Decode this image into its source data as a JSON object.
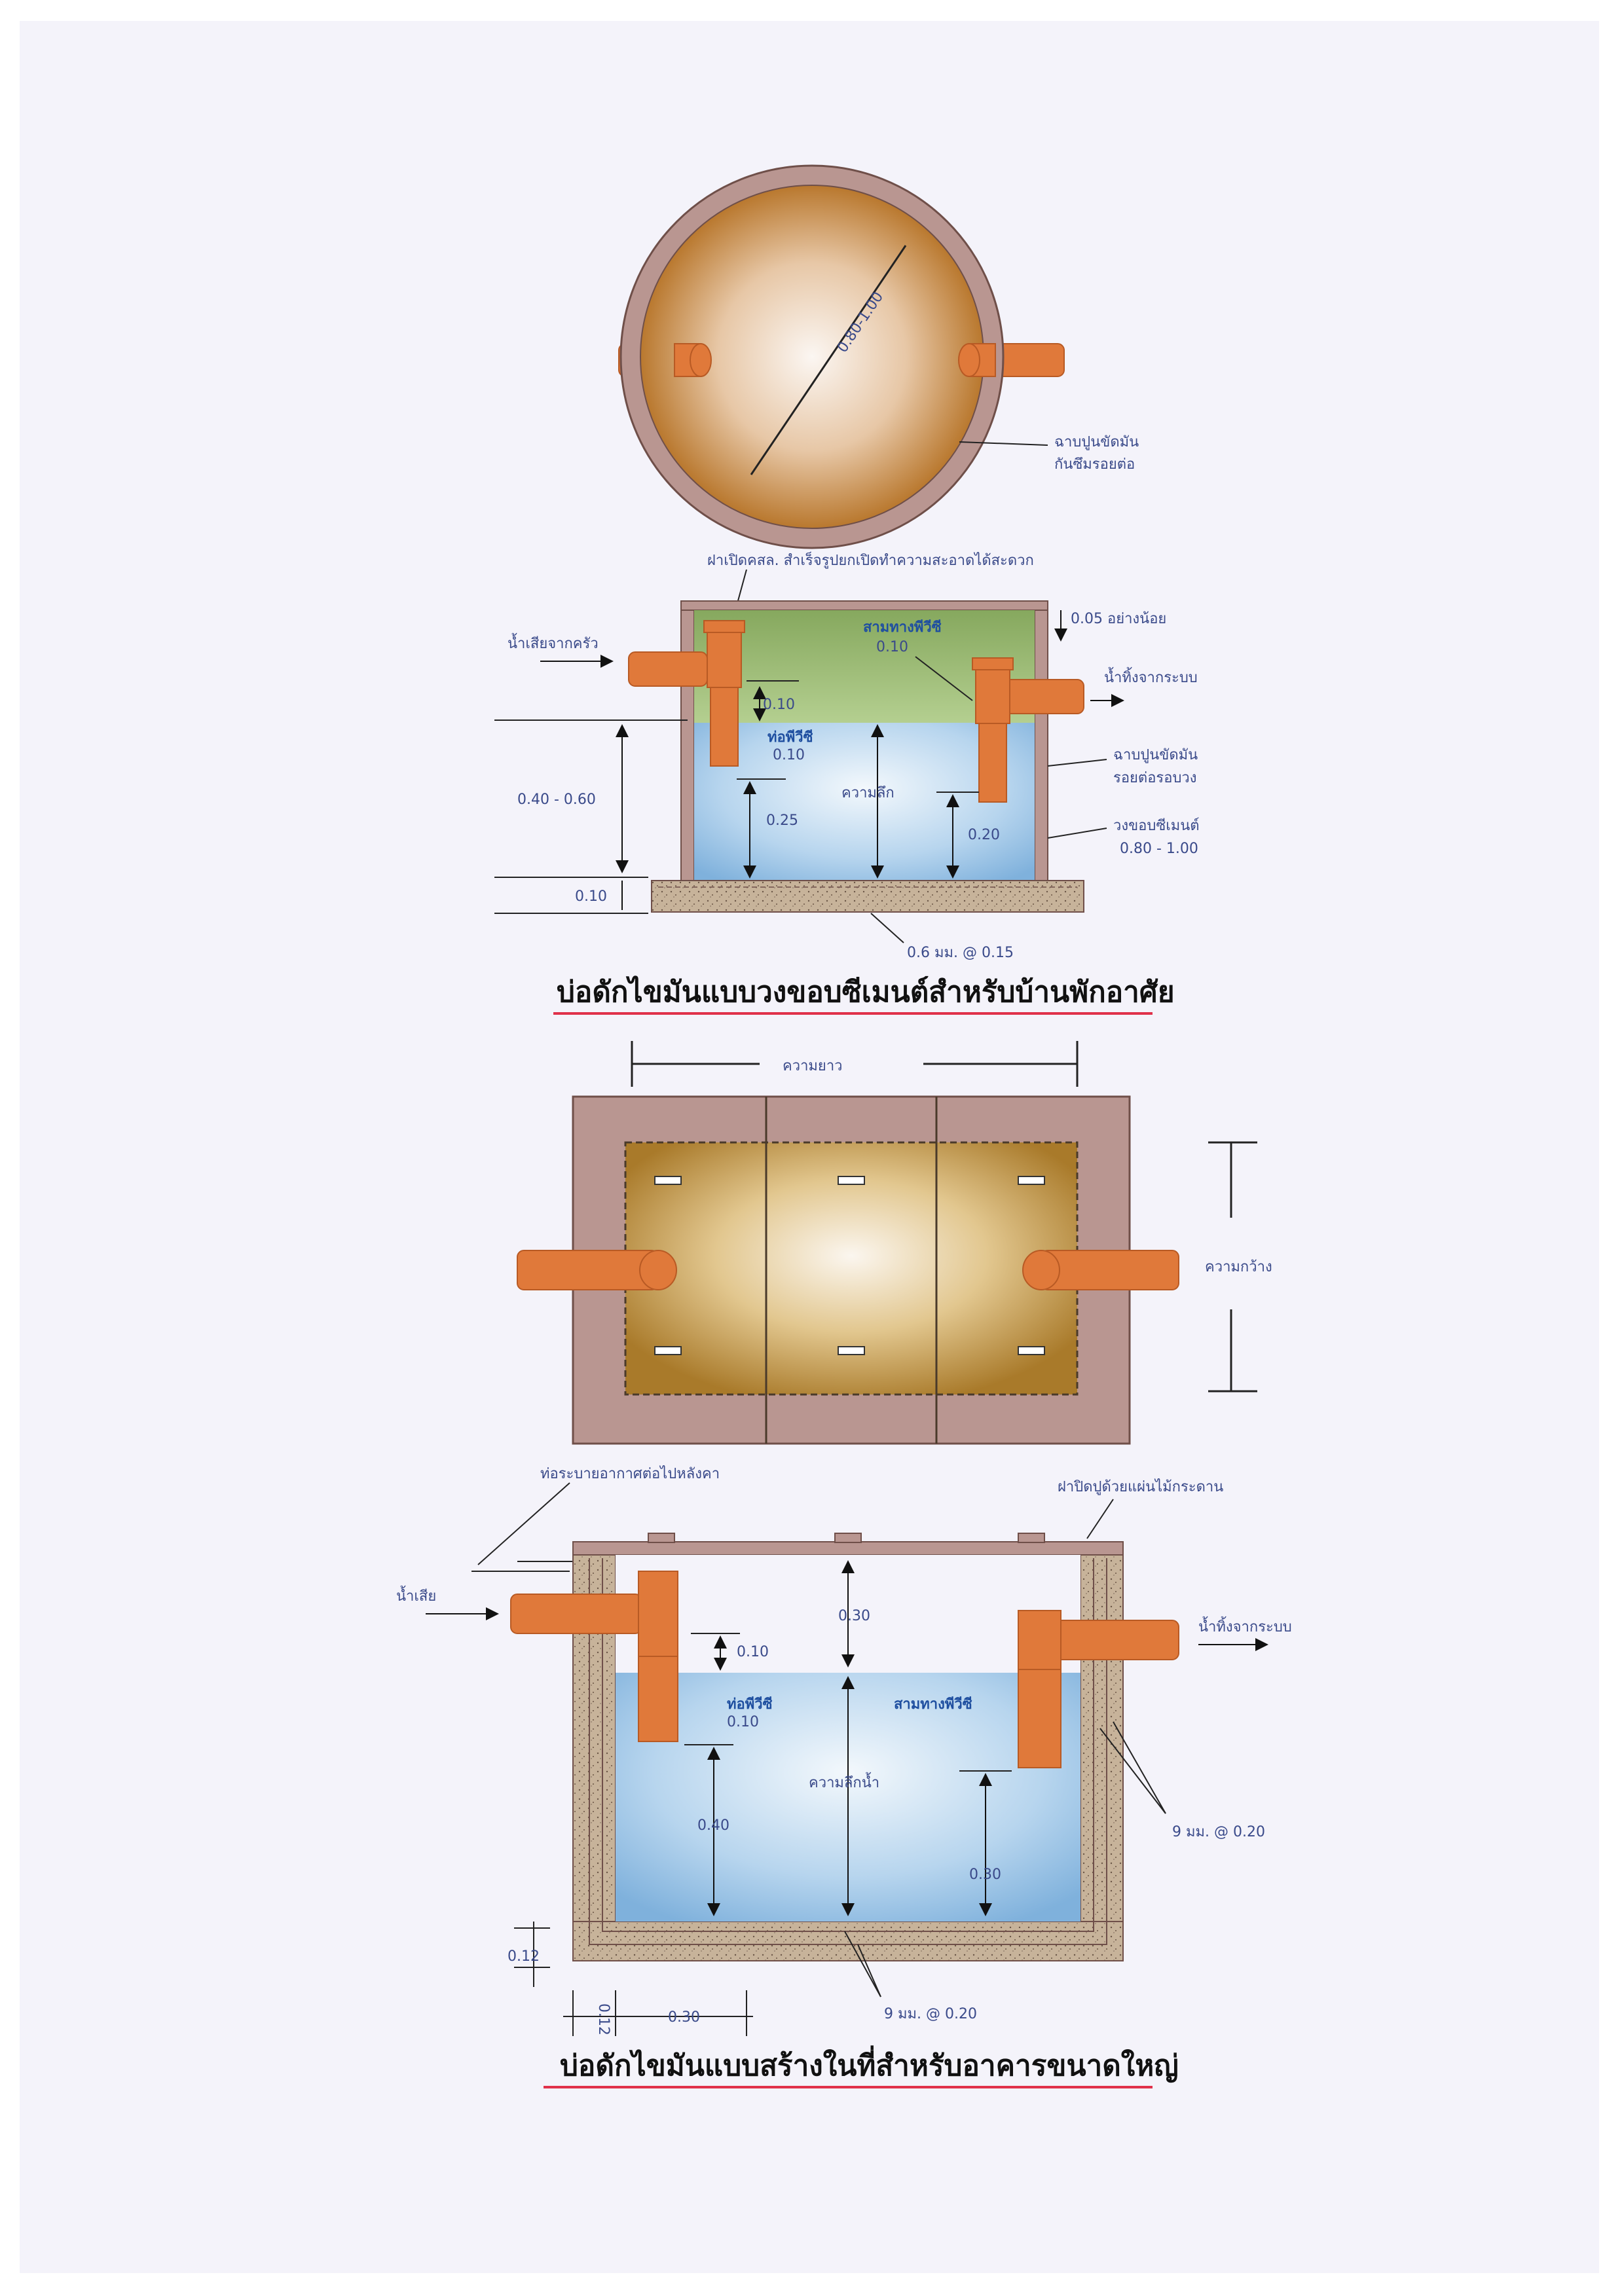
{
  "colors": {
    "pipe": "#e0793a",
    "pipe_edge": "#b85a24",
    "wall": "#b99691",
    "water": "#a9cbe6",
    "grease": "#8fb069",
    "slab": "#c7b39a",
    "caption_underline": "#e0314a",
    "label_text": "#3a4a8a"
  },
  "circular_plan": {
    "diameter_label": "0.80-1.00",
    "note_label": "ฉาบปูนขัดมัน\nกันซึมรอยต่อ"
  },
  "circular_section": {
    "top_cover_label": "ฝาเปิดคสล. สำเร็จรูปยกเปิดทำความสะอาดได้สะดวก",
    "inlet_label": "น้ำเสียจากครัว",
    "outlet_label": "น้ำทิ้งจากระบบ",
    "clearance_label": "0.05 อย่างน้อย",
    "tee_label": "สามทางพีวีซี",
    "tee_size": "0.10",
    "pipe_label": "ท่อพีวีซี",
    "pipe_size": "0.10",
    "gap_label": "0.10",
    "depth_label": "ความลึก",
    "inlet_depth": "0.25",
    "outlet_depth": "0.20",
    "overall_depth": "0.40 - 0.60",
    "slab_thickness": "0.10",
    "plaster_label": "ฉาบปูนขัดมัน\nรอยต่อรอบวง",
    "ring_label": "วงขอบซีเมนต์\n0.80 - 1.00",
    "rebar_label": "0.6 มม. @ 0.15"
  },
  "caption_top": "บ่อดักไขมันแบบวงขอบซีเมนต์สำหรับบ้านพักอาศัย",
  "rect_plan": {
    "length_label": "ความยาว",
    "width_label": "ความกว้าง"
  },
  "rect_section": {
    "vent_label": "ท่อระบายอากาศต่อไปหลังคา",
    "cover_label": "ฝาปิดปูด้วยแผ่นไม้กระดาน",
    "inlet_label": "น้ำเสีย",
    "outlet_label": "น้ำทิ้งจากระบบ",
    "freeboard": "0.30",
    "gap": "0.10",
    "pipe_label": "ท่อพีวีซี",
    "pipe_size": "0.10",
    "tee_label": "สามทางพีวีซี",
    "water_depth_label": "ความลึกน้ำ",
    "inlet_depth": "0.40",
    "outlet_depth": "0.30",
    "wall_rebar": "9 มม. @ 0.20",
    "base_rebar": "9 มม. @ 0.20",
    "base_thickness": "0.12",
    "wall_thickness": "0.12",
    "wall_offset": "0.30"
  },
  "caption_bottom": "บ่อดักไขมันแบบสร้างในที่สำหรับอาคารขนาดใหญ่"
}
